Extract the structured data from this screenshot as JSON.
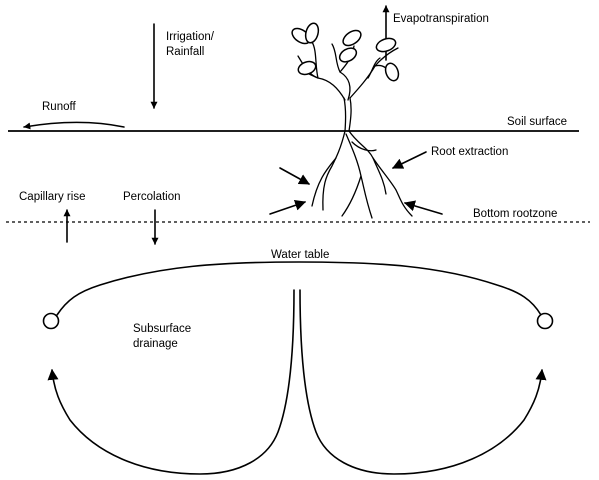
{
  "labels": {
    "irrigation_line1": "Irrigation/",
    "irrigation_line2": "Rainfall",
    "evapotranspiration": "Evapotranspiration",
    "runoff": "Runoff",
    "soil_surface": "Soil surface",
    "root_extraction": "Root extraction",
    "capillary_rise": "Capillary rise",
    "percolation": "Percolation",
    "bottom_rootzone": "Bottom rootzone",
    "water_table": "Water table",
    "subsurface_line1": "Subsurface",
    "subsurface_line2": "drainage"
  },
  "colors": {
    "ink": "#000000",
    "background": "#ffffff"
  }
}
